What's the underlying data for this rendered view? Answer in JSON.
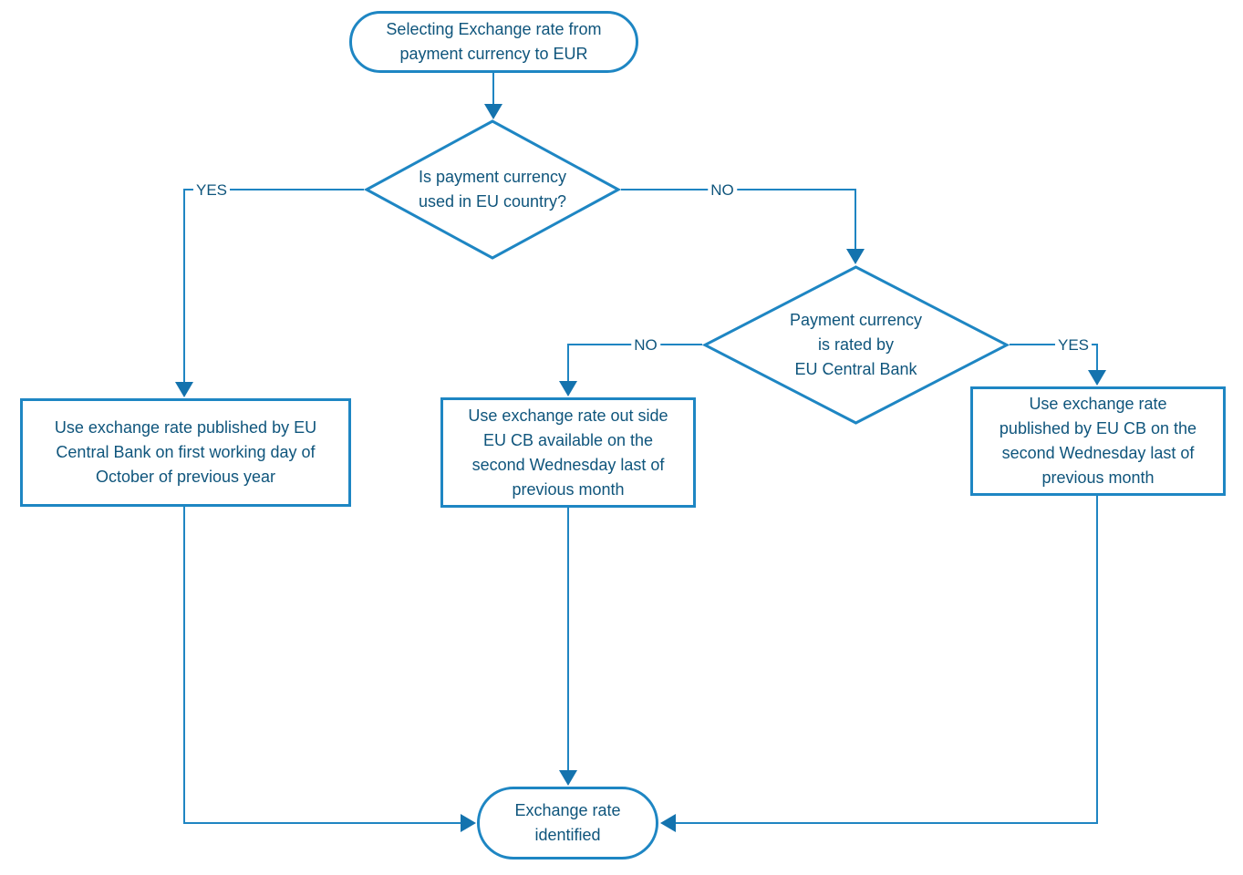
{
  "diagram": {
    "title": "Exchange rate selection flowchart",
    "colors": {
      "line": "#1f85c2",
      "node_border": "#1e86c3",
      "arrowhead": "#1473ae",
      "text": "#0f557c",
      "background": "#ffffff"
    },
    "nodes": {
      "start": {
        "type": "terminator",
        "label": "Selecting Exchange rate from\npayment currency to EUR"
      },
      "decision_eu_country": {
        "type": "decision",
        "label": "Is payment currency\nused in EU country?"
      },
      "decision_rated_by_ecb": {
        "type": "decision",
        "label": "Payment currency\nis rated by\nEU Central Bank"
      },
      "process_ecb_october": {
        "type": "process",
        "label": "Use exchange rate published by EU\nCentral Bank on first working day of\nOctober of previous year"
      },
      "process_outside_cb": {
        "type": "process",
        "label": "Use exchange rate out side\nEU CB available on the\nsecond Wednesday last of\nprevious month"
      },
      "process_ecb_wednesday": {
        "type": "process",
        "label": "Use exchange rate\npublished by EU CB on the\nsecond Wednesday last of\nprevious month"
      },
      "end": {
        "type": "terminator",
        "label": "Exchange rate\nidentified"
      }
    },
    "edge_labels": {
      "q1_yes": "YES",
      "q1_no": "NO",
      "q2_no": "NO",
      "q2_yes": "YES"
    }
  }
}
